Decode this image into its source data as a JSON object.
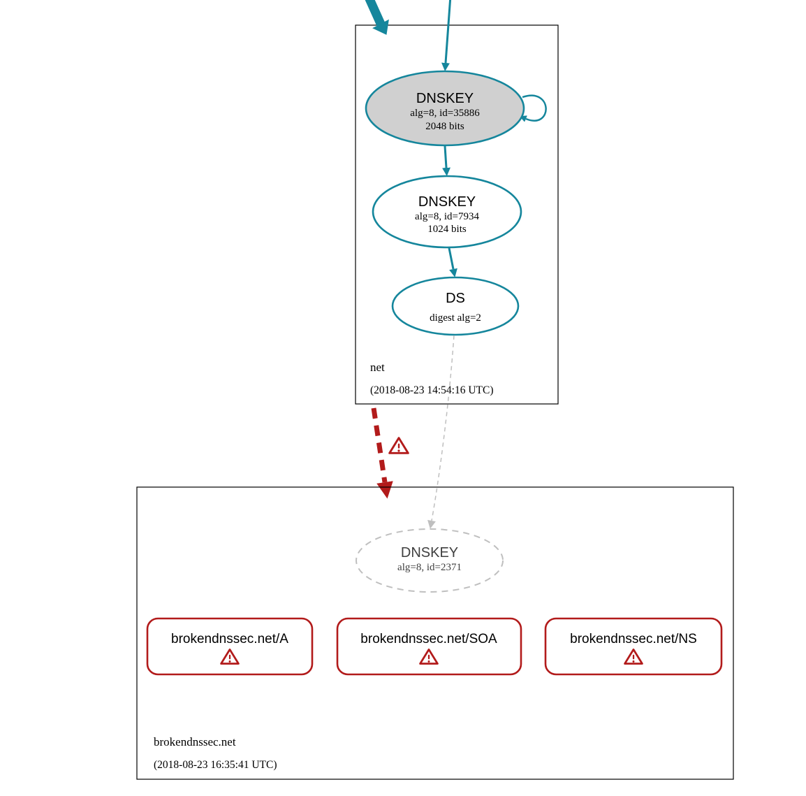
{
  "colors": {
    "teal": "#15869c",
    "red": "#b21b1b",
    "gray": "#bfbfbf",
    "nodefill": "#d0d0d0",
    "muted": "#3f3f3f"
  },
  "icons": {
    "warning_glyph": "!"
  },
  "zones": {
    "net": {
      "name": "net",
      "timestamp": "(2018-08-23 14:54:16 UTC)",
      "nodes": {
        "ksk": {
          "type": "DNSKEY",
          "detail": "alg=8, id=35886",
          "size": "2048 bits"
        },
        "zsk": {
          "type": "DNSKEY",
          "detail": "alg=8, id=7934",
          "size": "1024 bits"
        },
        "ds": {
          "type": "DS",
          "detail": "digest alg=2"
        }
      }
    },
    "brokendnssec": {
      "name": "brokendnssec.net",
      "timestamp": "(2018-08-23 16:35:41 UTC)",
      "nodes": {
        "dnskey": {
          "type": "DNSKEY",
          "detail": "alg=8, id=2371"
        },
        "rrset_a": {
          "label": "brokendnssec.net/A"
        },
        "rrset_soa": {
          "label": "brokendnssec.net/SOA"
        },
        "rrset_ns": {
          "label": "brokendnssec.net/NS"
        }
      }
    }
  }
}
